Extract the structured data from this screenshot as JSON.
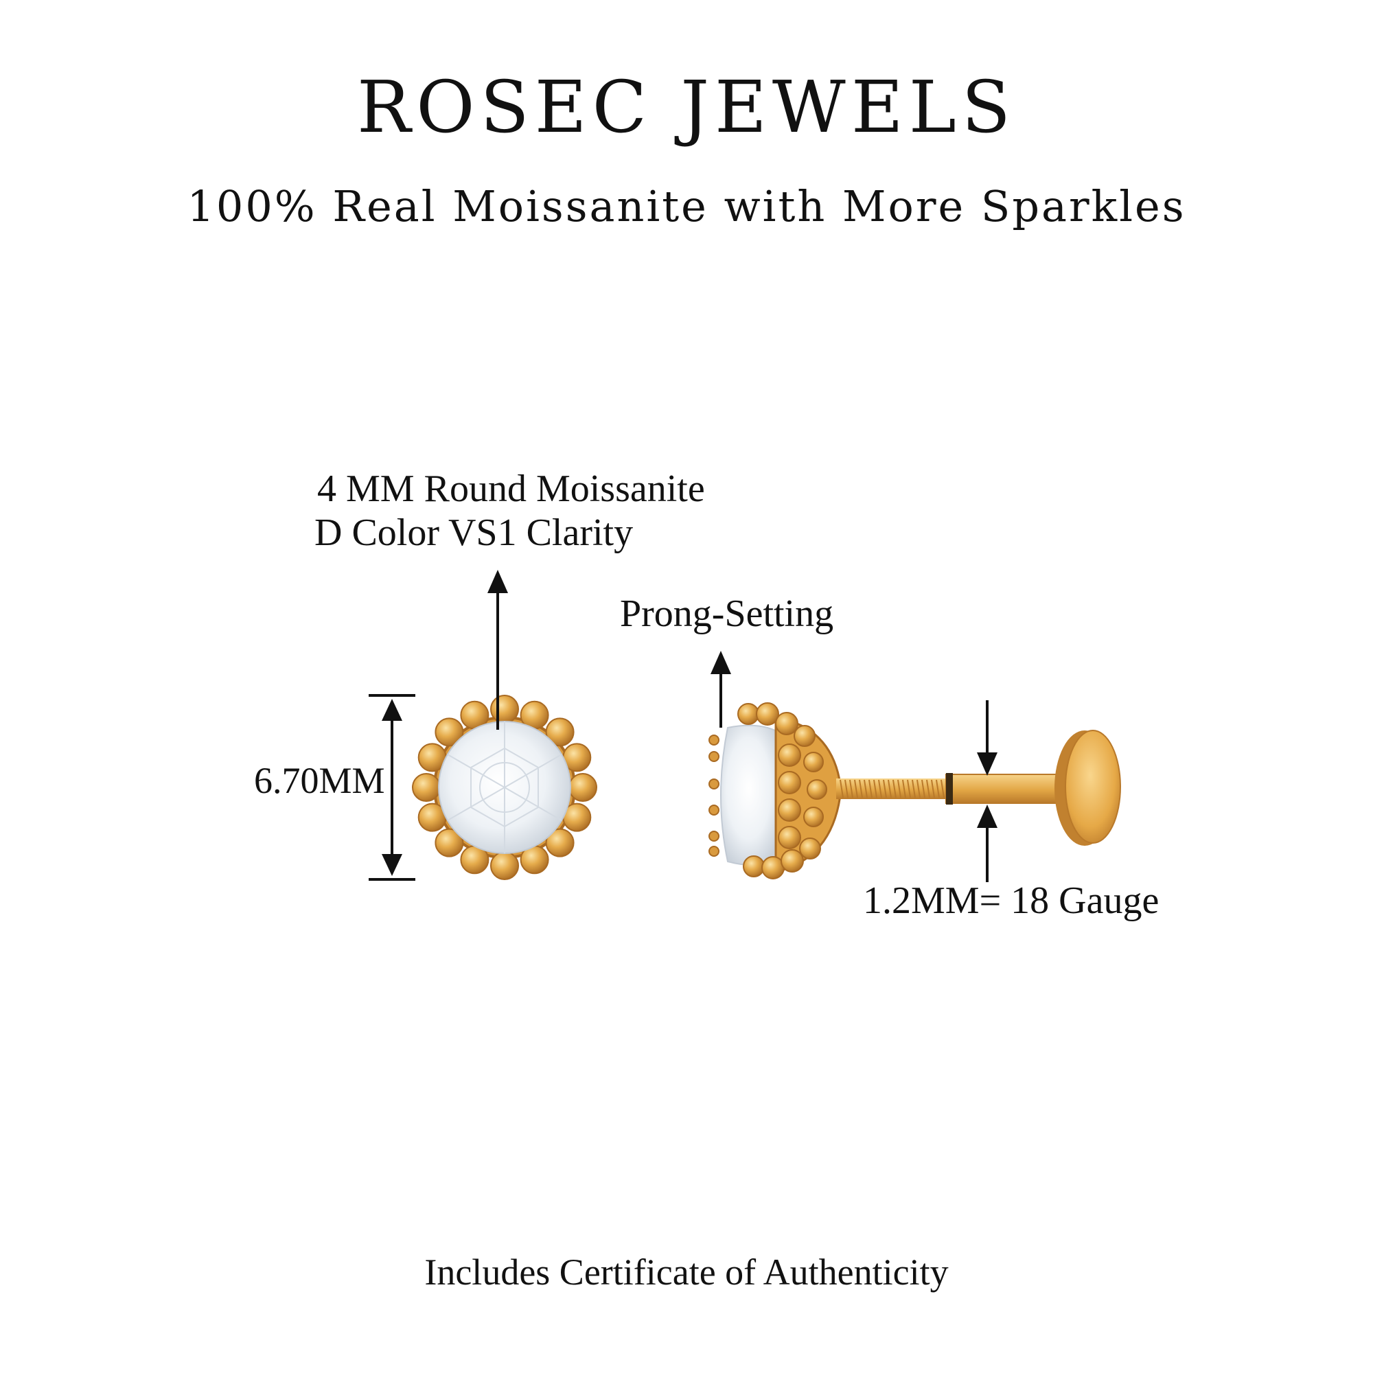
{
  "brand": {
    "title": "ROSEC JEWELS",
    "tagline": "100% Real Moissanite with More Sparkles"
  },
  "specs": {
    "stone_line1": "4 MM Round Moissanite",
    "stone_line2": "D Color VS1 Clarity",
    "setting": "Prong-Setting",
    "diameter": "6.70MM",
    "gauge": "1.2MM= 18 Gauge"
  },
  "footer": {
    "note": "Includes Certificate of Authenticity"
  },
  "colors": {
    "gold": "#e2a645",
    "gold_dark": "#b9792a",
    "gold_light": "#f7d48a",
    "stone": "#eef2f6",
    "text": "#111111",
    "background": "#ffffff"
  }
}
